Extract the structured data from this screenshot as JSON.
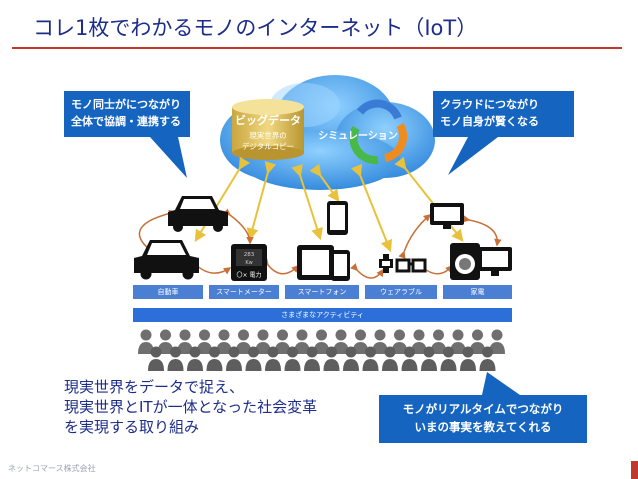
{
  "title": "コレ1枚でわかるモノのインターネット（IoT）",
  "callouts": {
    "top_left": {
      "line1": "モノ同士がにつながり",
      "line2": "全体で協調・連携する"
    },
    "top_right": {
      "line1": "クラウドにつながり",
      "line2": "モノ自身が賢くなる"
    },
    "bottom_right": {
      "line1": "モノがリアルタイムでつながり",
      "line2": "いまの事実を教えてくれる"
    }
  },
  "cloud": {
    "bigdata_label": "ビッグデータ",
    "bigdata_sub1": "現実世界の",
    "bigdata_sub2": "デジタルコピー",
    "simulation_label": "シミュレーション"
  },
  "meter": {
    "value": "283",
    "unit": "Kw",
    "caption": "〇× 電力"
  },
  "categories": [
    "自動車",
    "スマートメーター",
    "スマートフォン",
    "ウェアラブル",
    "家電"
  ],
  "activity_bar": "さまざまなアクティビティ",
  "bottom_text": [
    "現実世界をデータで捉え、",
    "現実世界とITが一体となった社会変革",
    "を実現する取り組み"
  ],
  "footer": "ネットコマース株式会社",
  "colors": {
    "title": "#1d2d8a",
    "accent_red": "#c0392b",
    "callout_blue": "#1464c0",
    "cloud_blue": "#4aa3ea",
    "device": "#111111",
    "arrow_orange": "#c8703a",
    "arrow_yellow": "#e8c23a"
  }
}
